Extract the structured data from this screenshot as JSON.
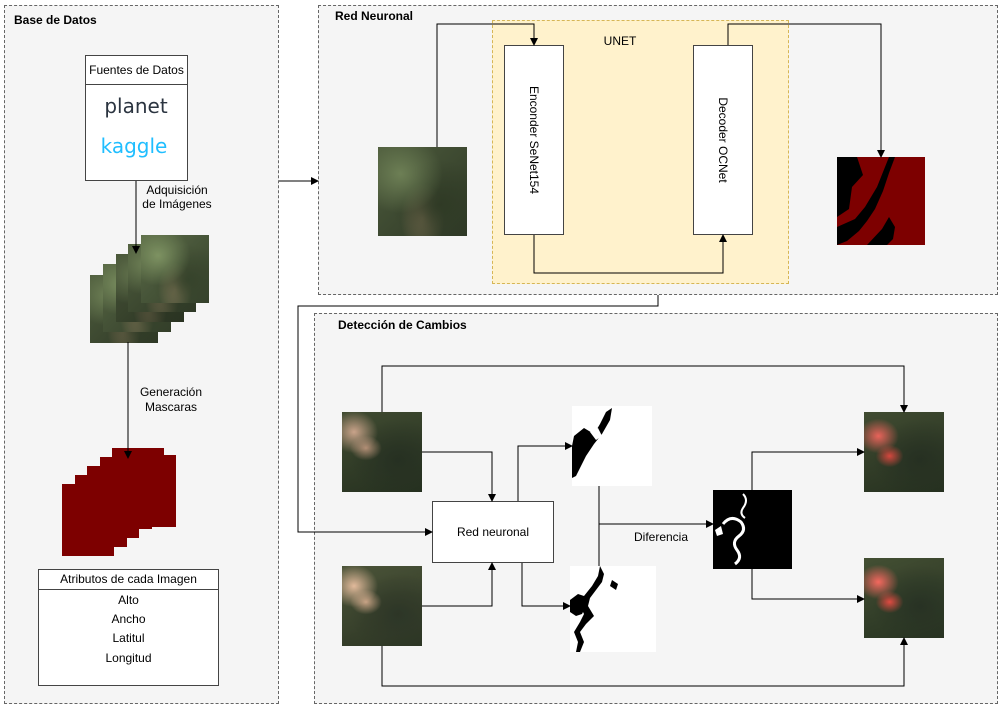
{
  "panels": {
    "database": {
      "title": "Base de Datos"
    },
    "network": {
      "title": "Red Neuronal"
    },
    "change": {
      "title": "Detección de Cambios"
    }
  },
  "sources": {
    "title": "Fuentes de Datos",
    "logos": [
      "planet",
      "kaggle"
    ]
  },
  "labels": {
    "acquisition_line1": "Adquisición",
    "acquisition_line2": "de Imágenes",
    "masks_line1": "Generación",
    "masks_line2": "Mascaras",
    "unet": "UNET",
    "encoder": "Enconder SeNet154",
    "decoder": "Decoder OCNet",
    "red_neuronal_box": "Red neuronal",
    "difference": "Diferencia"
  },
  "attributes": {
    "title": "Atributos de cada Imagen",
    "items": [
      "Alto",
      "Ancho",
      "Latitul",
      "Longitud"
    ]
  },
  "colors": {
    "unet_fill": "#fff2cc",
    "unet_border": "#d6b656",
    "mask": "#7d0000",
    "arrow": "#000000"
  }
}
